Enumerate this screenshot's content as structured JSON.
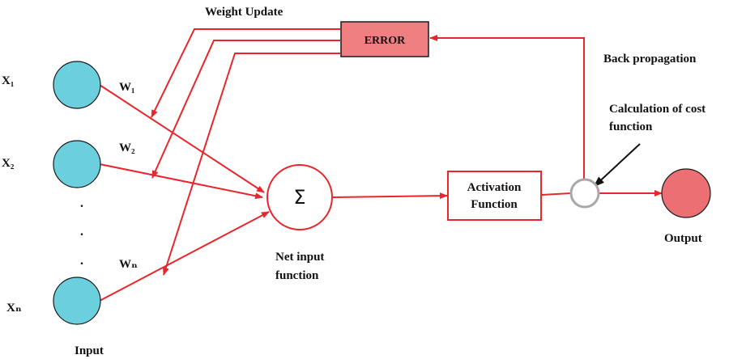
{
  "labels": {
    "weight_update": "Weight Update",
    "error": "ERROR",
    "back_propagation": "Back propagation",
    "cost_line1": "Calculation of cost",
    "cost_line2": "function",
    "x1": "X₁",
    "x2": "X₂",
    "xn": "Xₙ",
    "w1": "W₁",
    "w2": "W₂",
    "wn": "Wₙ",
    "dot": ".",
    "input": "Input",
    "sum_symbol": "Σ",
    "net_line1": "Net input",
    "net_line2": "function",
    "activation_line1": "Activation",
    "activation_line2": "Function",
    "output": "Output"
  },
  "colors": {
    "arrow": "#e8262b",
    "input_node": "#6ccfde",
    "error_box": "#f07f82",
    "output_node": "#ec6f73",
    "cost_node_stroke": "#a8a8a8",
    "text": "#111111"
  }
}
